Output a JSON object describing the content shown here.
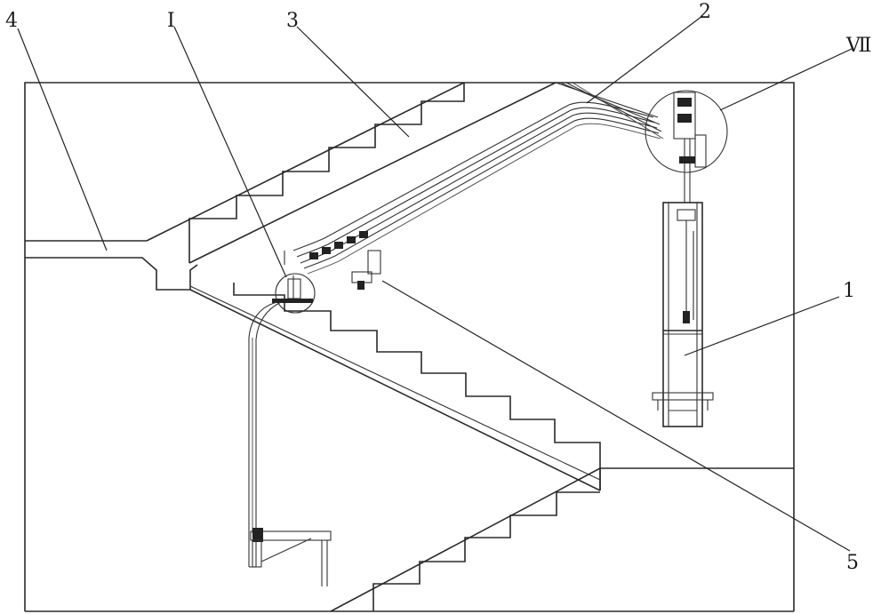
{
  "callouts": {
    "label_4": "4",
    "label_I": "I",
    "label_3": "3",
    "label_2": "2",
    "label_VII": "Ⅶ",
    "label_1": "1",
    "label_5": "5"
  }
}
